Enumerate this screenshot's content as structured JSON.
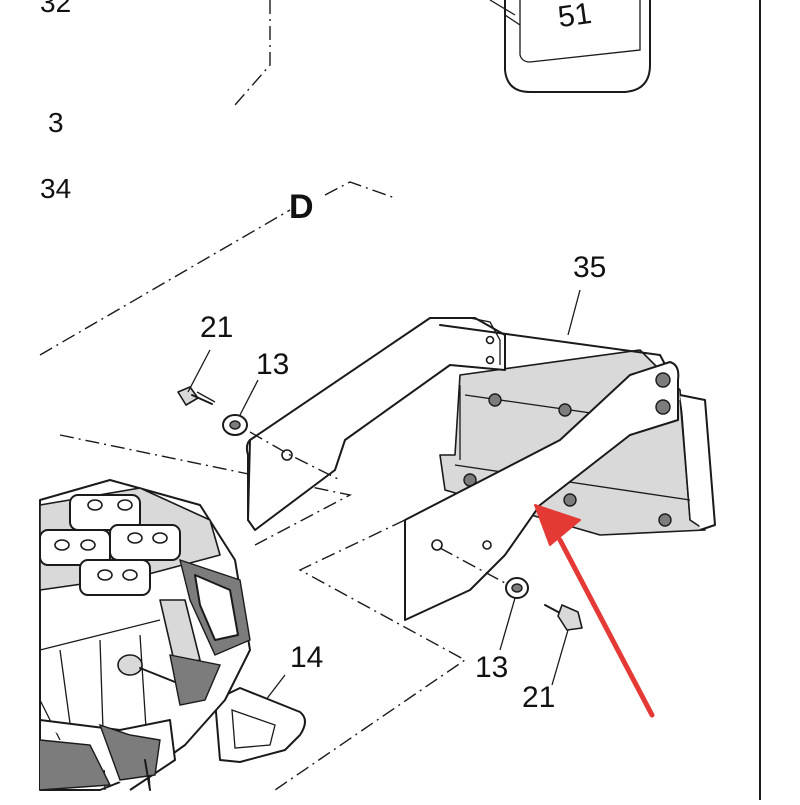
{
  "labels": {
    "top_left": "32",
    "top_right_box": "51",
    "left_a": "3",
    "left_b": "34",
    "detail": "D",
    "bracket": "35",
    "bolt_left": "21",
    "washer_left": "13",
    "washer_right": "13",
    "bolt_right": "21",
    "clip": "14"
  },
  "colors": {
    "arrow": "#e53935",
    "line": "#1a1a1a",
    "background": "#ffffff"
  },
  "annotation": {
    "icon": "red-arrow-icon",
    "points_to": "bracket"
  }
}
